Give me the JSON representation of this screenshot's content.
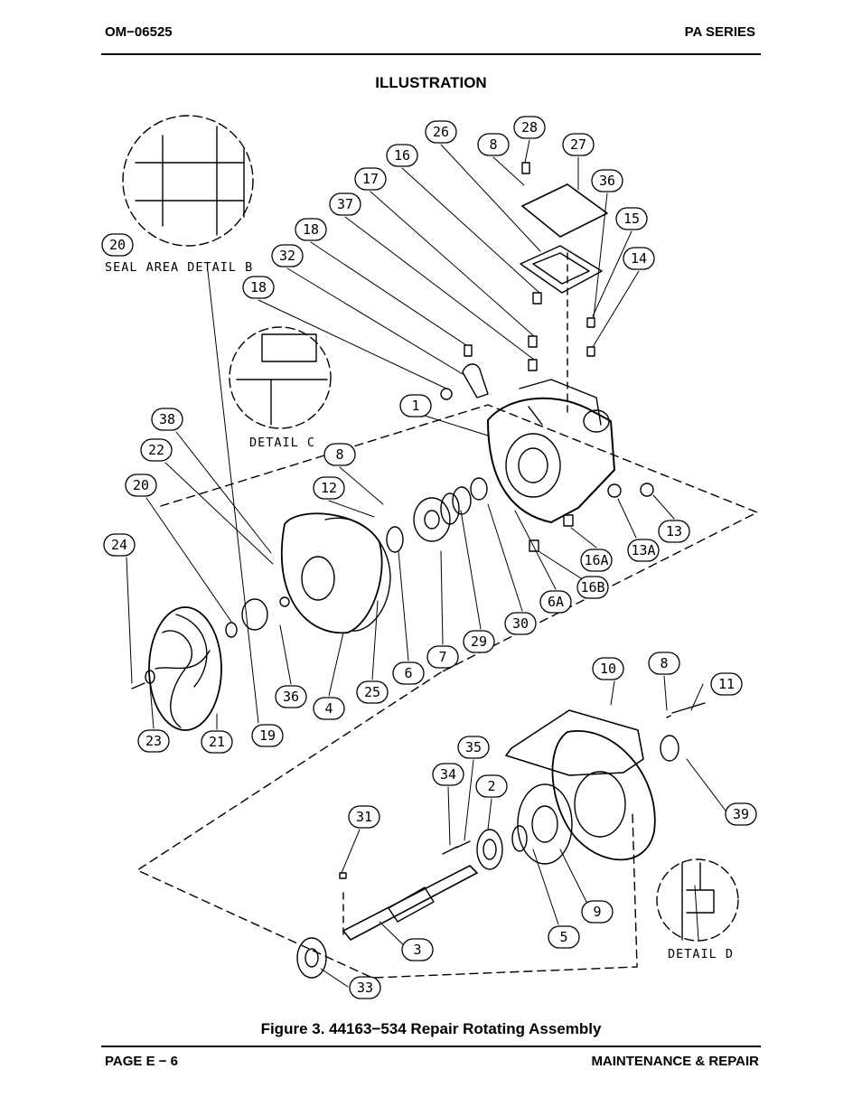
{
  "header": {
    "doc_number": "OM−06525",
    "series": "PA SERIES"
  },
  "section_title": "ILLUSTRATION",
  "figure_caption": "Figure 3. 44163−534 Repair Rotating Assembly",
  "footer": {
    "page": "PAGE E − 6",
    "section": "MAINTENANCE & REPAIR"
  },
  "details": {
    "seal_area": "SEAL AREA DETAIL B",
    "c": "DETAIL C",
    "d": "DETAIL D"
  },
  "callouts": [
    "26",
    "28",
    "8",
    "27",
    "16",
    "36",
    "17",
    "15",
    "37",
    "14",
    "18",
    "32",
    "18",
    "1",
    "8",
    "12",
    "38",
    "22",
    "20",
    "24",
    "13",
    "13A",
    "16A",
    "16B",
    "6A",
    "30",
    "29",
    "7",
    "6",
    "25",
    "4",
    "36",
    "19",
    "21",
    "23",
    "10",
    "8",
    "11",
    "35",
    "34",
    "2",
    "39",
    "31",
    "9",
    "5",
    "3",
    "33",
    "20"
  ]
}
